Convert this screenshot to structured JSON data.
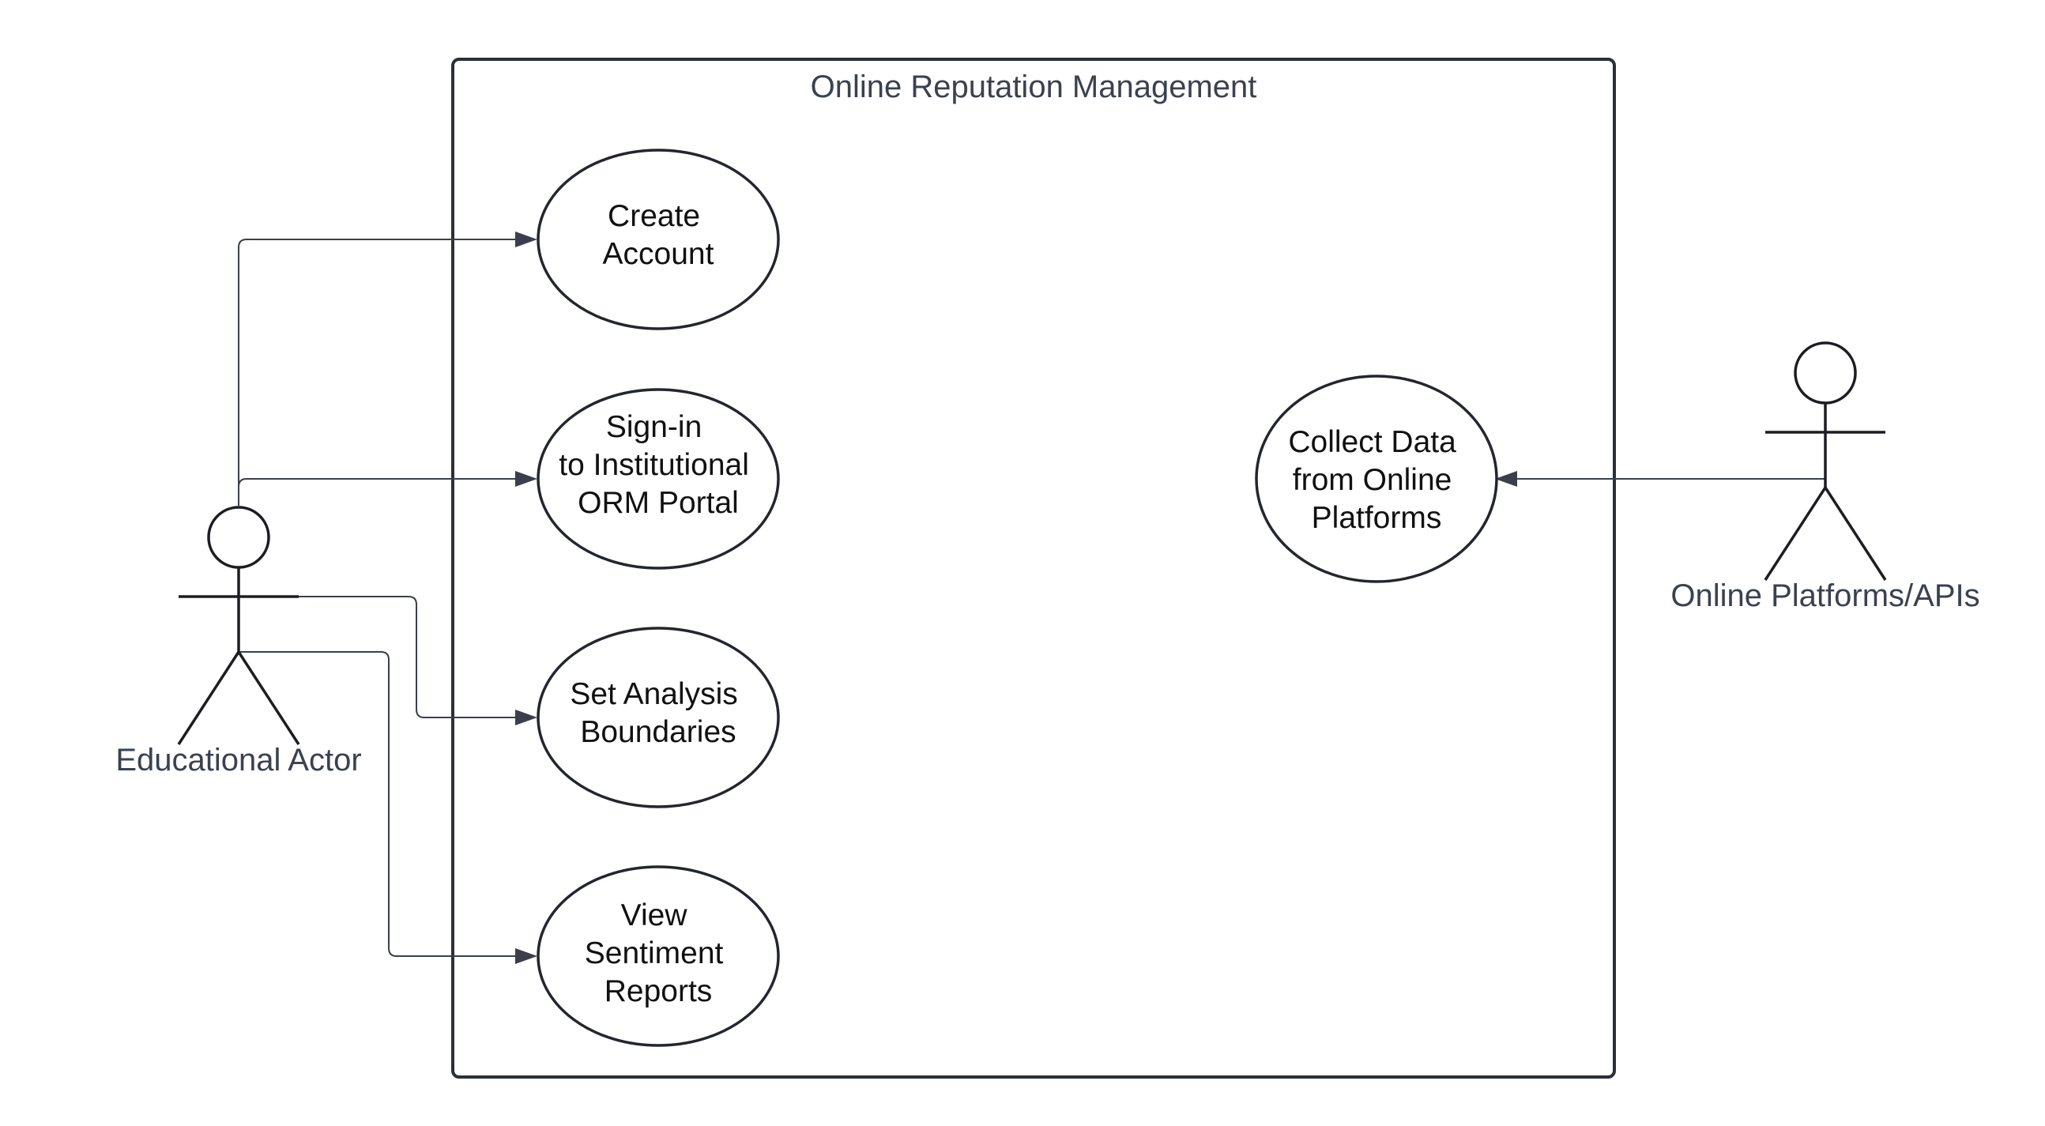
{
  "diagram": {
    "system": {
      "title": "Online Reputation Management"
    },
    "actors": {
      "educational": {
        "label": "Educational Actor"
      },
      "platforms": {
        "label": "Online Platforms/APIs"
      }
    },
    "use_cases": {
      "create_account": {
        "lines": [
          "Create",
          "Account"
        ]
      },
      "sign_in": {
        "lines": [
          "Sign-in",
          "to Institutional",
          "ORM Portal"
        ]
      },
      "set_boundaries": {
        "lines": [
          "Set Analysis",
          "Boundaries"
        ]
      },
      "view_reports": {
        "lines": [
          "View",
          "Sentiment",
          "Reports"
        ]
      },
      "collect_data": {
        "lines": [
          "Collect Data",
          "from Online",
          "Platforms"
        ]
      }
    }
  }
}
